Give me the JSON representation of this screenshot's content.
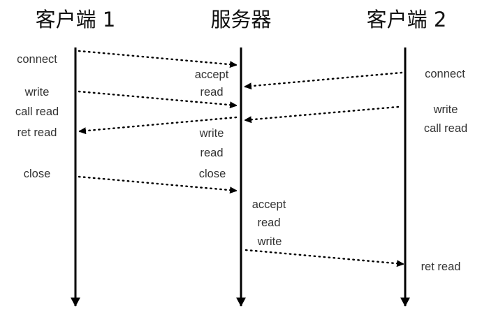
{
  "headers": {
    "client1": "客户端 1",
    "server": "服务器",
    "client2": "客户端 2"
  },
  "client1_labels": [
    "connect",
    "write",
    "call read",
    "ret read",
    "close"
  ],
  "server_labels": [
    "accept",
    "read",
    "write",
    "read",
    "close",
    "accept",
    "read",
    "write"
  ],
  "client2_labels": [
    "connect",
    "write",
    "call read",
    "ret read"
  ]
}
